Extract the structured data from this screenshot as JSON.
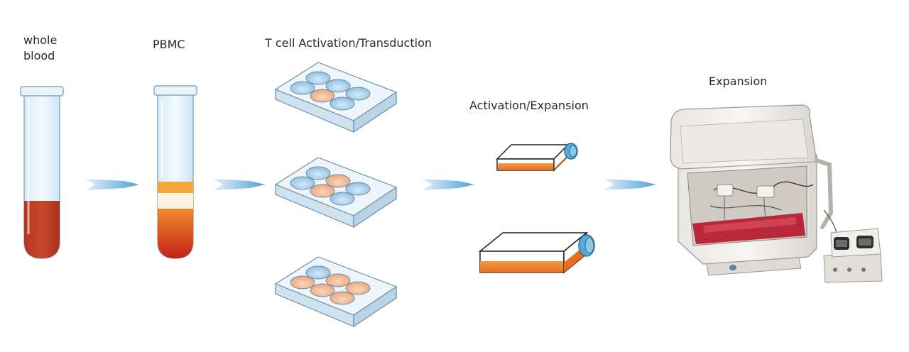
{
  "labels": {
    "whole_blood_line1": "whole",
    "whole_blood_line2": "blood",
    "pbmc": "PBMC",
    "tcell": "T cell Activation/Transduction",
    "activation_expansion": "Activation/Expansion",
    "expansion": "Expansion"
  },
  "colors": {
    "blood": "#b4391f",
    "orange": "#f08a2b",
    "arrow": "#5aa9d6",
    "plate": "#e6f1f8",
    "well_blue": "#a9cde8",
    "well_orange": "#f1b48a"
  }
}
